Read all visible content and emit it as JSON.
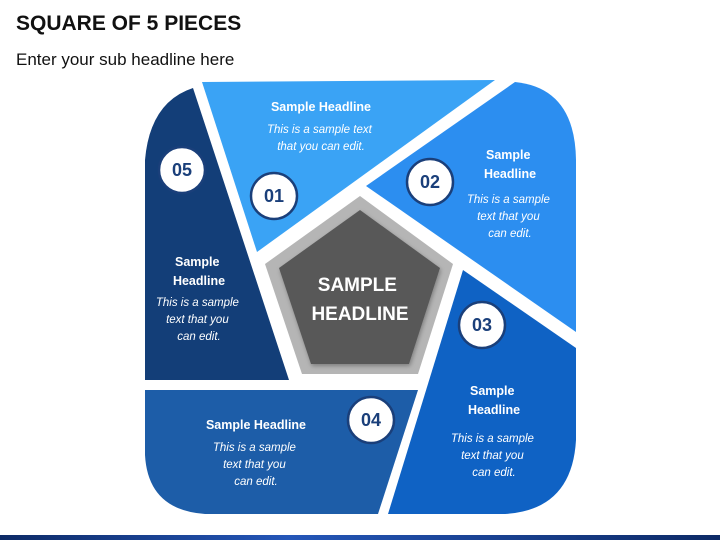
{
  "title": "SQUARE OF 5 PIECES",
  "subtitle": "Enter your sub headline here",
  "center": {
    "line1": "SAMPLE",
    "line2": "HEADLINE",
    "color": "#595959"
  },
  "pieces": [
    {
      "number": "01",
      "headline_lines": [
        "Sample Headline"
      ],
      "text_lines": [
        "This is a sample text",
        "that you can edit."
      ],
      "color": "#3aa3f5"
    },
    {
      "number": "02",
      "headline_lines": [
        "Sample",
        "Headline"
      ],
      "text_lines": [
        "This is a sample",
        "text that you",
        "can edit."
      ],
      "color": "#2c8ef0"
    },
    {
      "number": "03",
      "headline_lines": [
        "Sample",
        "Headline"
      ],
      "text_lines": [
        "This is a sample",
        "text that you",
        "can edit."
      ],
      "color": "#0f62c4"
    },
    {
      "number": "04",
      "headline_lines": [
        "Sample Headline"
      ],
      "text_lines": [
        "This is a sample",
        "text that you",
        "can edit."
      ],
      "color": "#1d5da8"
    },
    {
      "number": "05",
      "headline_lines": [
        "Sample",
        "Headline"
      ],
      "text_lines": [
        "This is a sample",
        "text that you",
        "can edit."
      ],
      "color": "#133e78"
    }
  ]
}
